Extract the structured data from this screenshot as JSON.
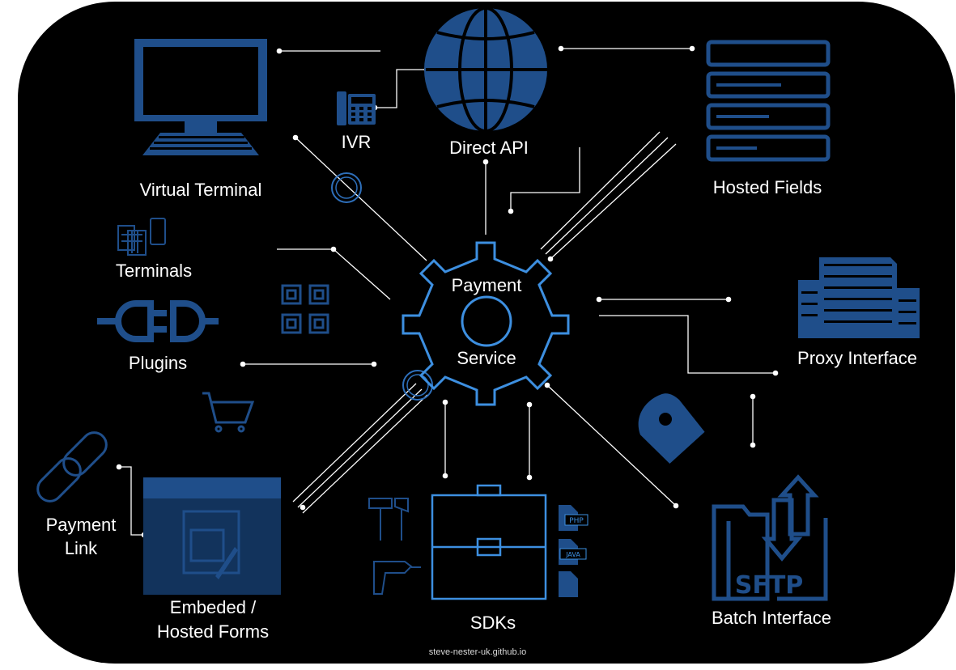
{
  "diagram": {
    "center": {
      "line1": "Payment",
      "line2": "Service"
    },
    "nodes": {
      "virtual_terminal": "Virtual Terminal",
      "ivr": "IVR",
      "direct_api": "Direct API",
      "hosted_fields": "Hosted Fields",
      "terminals": "Terminals",
      "plugins": "Plugins",
      "proxy_interface": "Proxy Interface",
      "payment_link": {
        "line1": "Payment",
        "line2": "Link"
      },
      "embedded_forms": {
        "line1": "Embeded /",
        "line2": "Hosted Forms"
      },
      "sdks": "SDKs",
      "batch_interface": "Batch Interface"
    },
    "file_badges": {
      "php": "PHP",
      "java": "JAVA"
    },
    "sftp_badge": "SFTP",
    "footer": "steve-nester-uk.github.io",
    "colors": {
      "background": "#000000",
      "icon_blue": "#1f4e8a",
      "gear_blue": "#3d8fe0",
      "connector": "#ffffff"
    }
  }
}
